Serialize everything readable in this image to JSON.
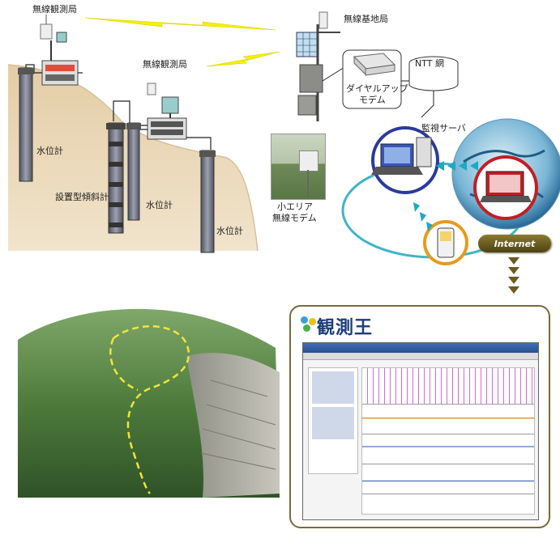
{
  "labels": {
    "station_top_left": "無線観測局",
    "station_middle": "無線観測局",
    "base_station": "無線基地局",
    "water_gauge_1": "水位計",
    "inclinometer": "設置型傾斜計",
    "water_gauge_2": "水位計",
    "water_gauge_3": "水位計",
    "dialup_modem_line1": "ダイヤルアップ",
    "dialup_modem_line2": "モデム",
    "ntt_network": "NTT 網",
    "monitoring_server": "監視サーバ",
    "small_area_line1": "小エリア",
    "small_area_line2": "無線モデム",
    "internet": "Internet"
  },
  "software": {
    "title": "観測王"
  },
  "colors": {
    "soil": "#dcc39a",
    "pipe": "#6c6f7c",
    "lightning": "#f3f000",
    "network_loop": "#3fb4c8",
    "internet_pill": "#6a5b22",
    "panel_border": "#7a6a3a"
  }
}
